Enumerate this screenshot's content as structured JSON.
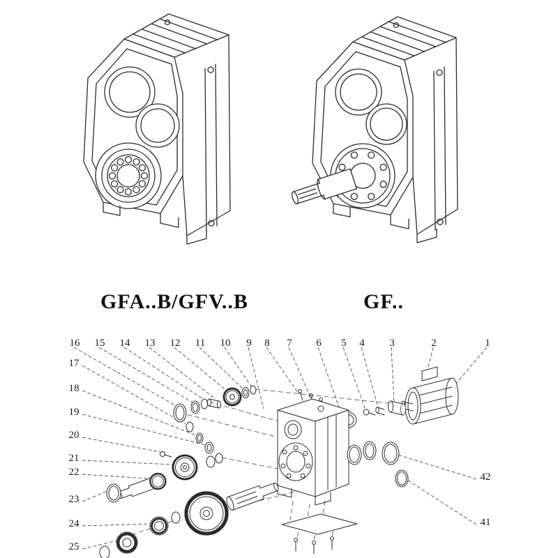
{
  "page": {
    "background": "#ffffff",
    "line_color": "#2b2b2b"
  },
  "models": {
    "left_caption": "GFA..B/GFV..B",
    "right_caption": "GF.."
  },
  "exploded": {
    "top_labels": [
      "16",
      "15",
      "14",
      "13",
      "12",
      "11",
      "10",
      "9",
      "8",
      "7",
      "6",
      "5",
      "4",
      "3",
      "2",
      "1"
    ],
    "left_labels": [
      "17",
      "18",
      "19",
      "20",
      "21",
      "22",
      "23",
      "24",
      "25"
    ],
    "right_labels": [
      "42",
      "41"
    ]
  }
}
